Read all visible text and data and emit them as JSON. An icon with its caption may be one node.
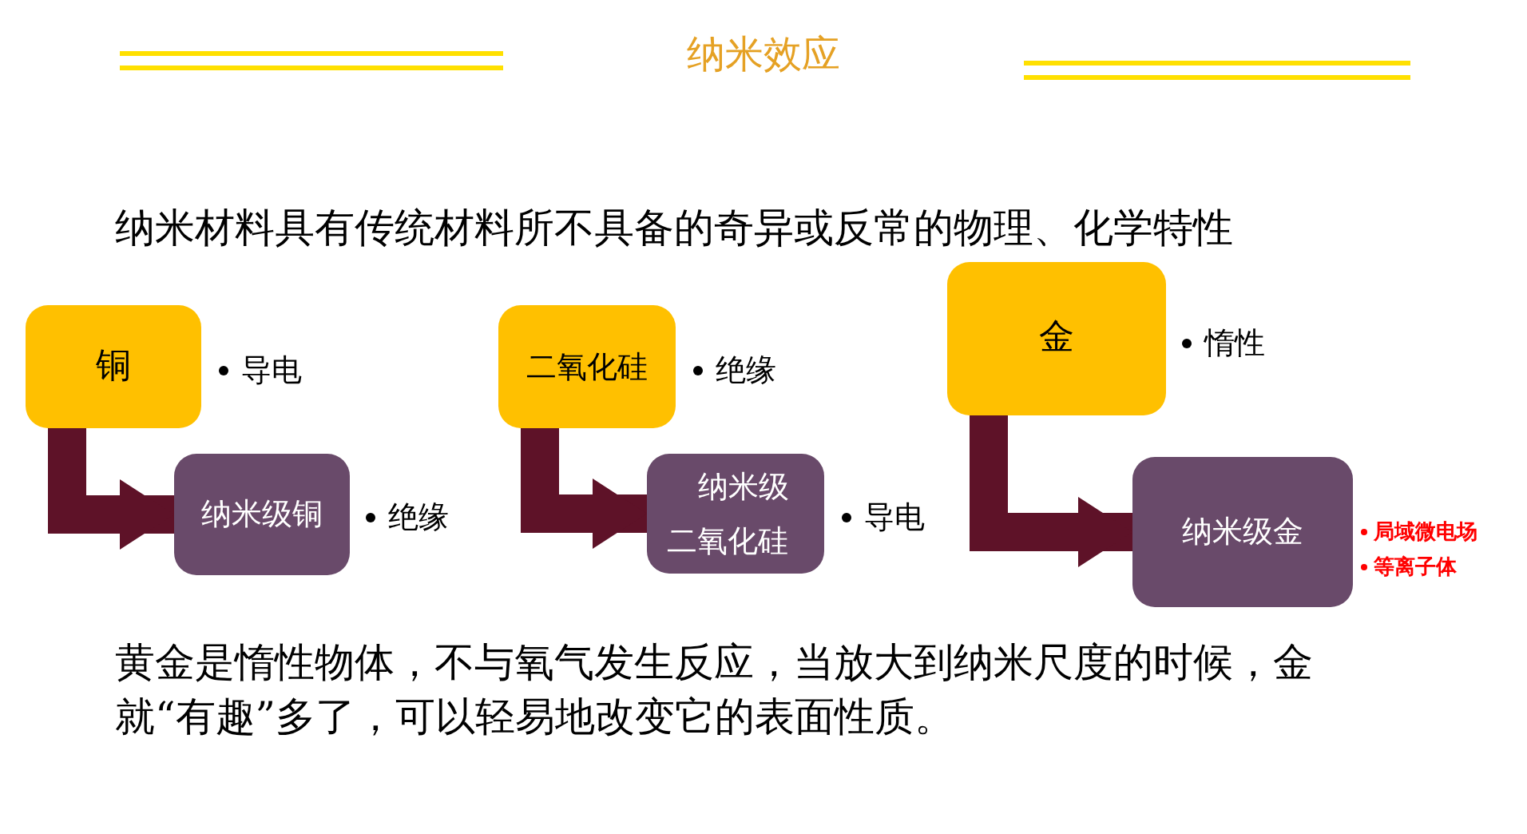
{
  "diagram": {
    "title": "纳米效应",
    "nodes": [
      {
        "text": [
          "铜"
        ],
        "beside": [
          "导电"
        ]
      },
      {
        "text": [
          "纳米级铜"
        ],
        "beside": [
          "绝缘"
        ]
      },
      {
        "text": [
          "二氧化硅"
        ],
        "beside": [
          "绝缘"
        ]
      },
      {
        "text": [
          "纳米级二氧化硅"
        ],
        "beside": [
          "导电"
        ]
      },
      {
        "text": [
          "金"
        ],
        "beside": [
          "惰性"
        ]
      },
      {
        "text": [
          "纳米级金"
        ],
        "beside": [
          "局域微电场",
          "等离子体"
        ]
      }
    ],
    "edges": [
      {
        "from": 0,
        "to": 1,
        "arrow": "to"
      },
      {
        "from": 2,
        "to": 3,
        "arrow": "to"
      },
      {
        "from": 4,
        "to": 5,
        "arrow": "to"
      }
    ],
    "labels": [
      "纳米材料具有传统材料所不具备的奇异或反常的物理、化学特性",
      "黄金是惰性物体，不与氧气发生反应，当放大到纳米尺度的时候，金就“有趣”多了，可以轻易地改变它的表面性质。"
    ]
  }
}
